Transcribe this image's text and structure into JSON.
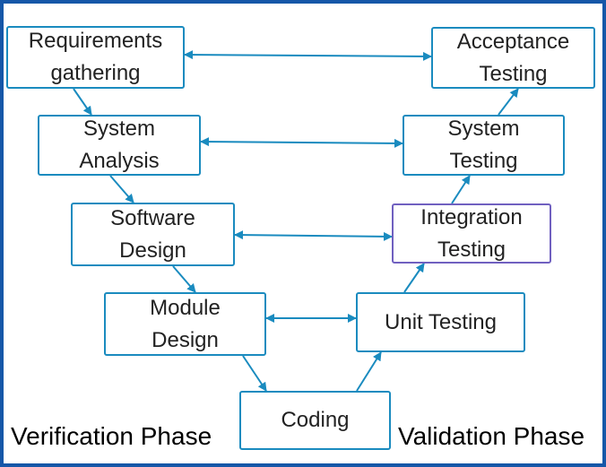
{
  "colors": {
    "box_border": "#1a8bbf",
    "integration_border": "#7060c0",
    "arrow": "#1a8bbf",
    "frame": "#1657a8"
  },
  "verification": {
    "requirements": {
      "line1": "Requirements",
      "line2": "gathering"
    },
    "system_analysis": {
      "line1": "System",
      "line2": "Analysis"
    },
    "software_design": {
      "line1": "Software",
      "line2": "Design"
    },
    "module_design": {
      "line1": "Module",
      "line2": "Design"
    }
  },
  "coding": {
    "label": "Coding"
  },
  "validation": {
    "acceptance_testing": {
      "line1": "Acceptance",
      "line2": "Testing"
    },
    "system_testing": {
      "line1": "System",
      "line2": "Testing"
    },
    "integration_testing": {
      "line1": "Integration",
      "line2": "Testing"
    },
    "unit_testing": {
      "label": "Unit Testing"
    }
  },
  "phases": {
    "verification": "Verification Phase",
    "validation": "Validation Phase"
  }
}
